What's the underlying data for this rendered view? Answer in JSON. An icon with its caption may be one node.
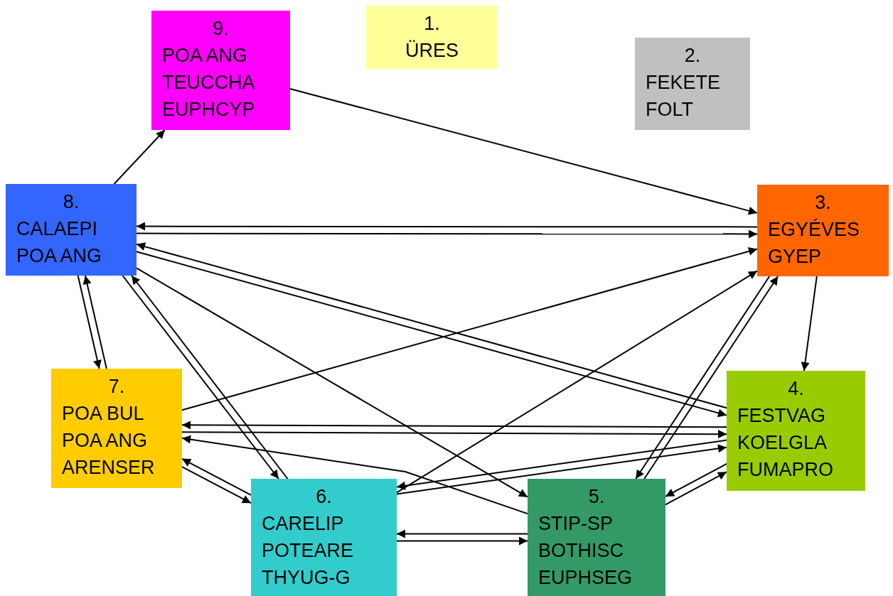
{
  "diagram": {
    "nodes": [
      {
        "text": [
          "1.",
          "ÜRES"
        ]
      },
      {
        "text": [
          "2.",
          "FEKETE FOLT"
        ]
      },
      {
        "text": [
          "3.",
          "EGYÉVES GYEP"
        ]
      },
      {
        "text": [
          "4.",
          "FESTVAG KOELGLA FUMAPRO"
        ]
      },
      {
        "text": [
          "5.",
          "STIP-SP BOTHISC EUPHSEG"
        ]
      },
      {
        "text": [
          "6.",
          "CARELIP POTEARE THYUG-G"
        ]
      },
      {
        "text": [
          "7.",
          "POA BUL POA ANG ARENSER"
        ]
      },
      {
        "text": [
          "8.",
          "CALAEPI POA ANG"
        ]
      },
      {
        "text": [
          "9.",
          "POA ANG TEUCCHA EUPHCYP"
        ]
      }
    ],
    "edges": [
      {
        "from": 7,
        "to": 8,
        "arrow": "to"
      },
      {
        "from": 8,
        "to": 2,
        "arrow": "to"
      },
      {
        "from": 7,
        "to": 2,
        "arrow": "to"
      },
      {
        "from": 2,
        "to": 7,
        "arrow": "to"
      },
      {
        "from": 7,
        "to": 3,
        "arrow": "to"
      },
      {
        "from": 3,
        "to": 7,
        "arrow": "to"
      },
      {
        "from": 7,
        "to": 4,
        "arrow": "to"
      },
      {
        "from": 7,
        "to": 6,
        "arrow": "to"
      },
      {
        "from": 6,
        "to": 7,
        "arrow": "to"
      },
      {
        "from": 7,
        "to": 5,
        "arrow": "to"
      },
      {
        "from": 5,
        "to": 7,
        "arrow": "to"
      },
      {
        "from": 6,
        "to": 2,
        "arrow": "to"
      },
      {
        "from": 5,
        "to": 2,
        "arrow": "to"
      },
      {
        "from": 2,
        "to": 4,
        "arrow": "to"
      },
      {
        "from": 4,
        "to": 2,
        "arrow": "to"
      },
      {
        "from": 2,
        "to": 3,
        "arrow": "to"
      },
      {
        "from": 3,
        "to": 6,
        "arrow": "to"
      },
      {
        "from": 6,
        "to": 3,
        "arrow": "to"
      },
      {
        "from": 4,
        "to": 6,
        "arrow": "to"
      },
      {
        "from": 3,
        "to": 5,
        "arrow": "to"
      },
      {
        "from": 5,
        "to": 3,
        "arrow": "to"
      },
      {
        "from": 5,
        "to": 6,
        "arrow": "to"
      },
      {
        "from": 6,
        "to": 5,
        "arrow": "to"
      },
      {
        "from": 4,
        "to": 5,
        "arrow": "to"
      },
      {
        "from": 5,
        "to": 4,
        "arrow": "to"
      },
      {
        "from": 3,
        "to": 4,
        "arrow": "to"
      },
      {
        "from": 4,
        "to": 3,
        "arrow": "to"
      }
    ]
  }
}
